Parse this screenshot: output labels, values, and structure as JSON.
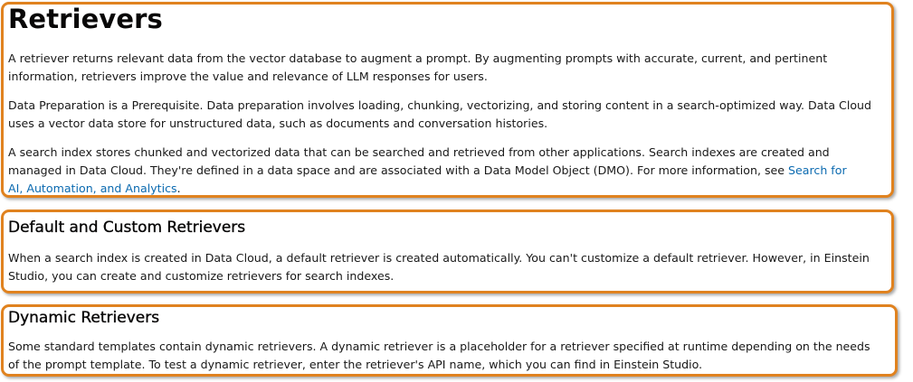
{
  "sections": [
    {
      "heading": "Retrievers",
      "paragraphs": [
        {
          "lines": [
            "A retriever returns relevant data from the vector database to augment a prompt. By augmenting prompts with accurate, current, and pertinent",
            "information, retrievers improve the value and relevance of LLM responses for users."
          ]
        },
        {
          "lines": [
            "Data Preparation is a Prerequisite. Data preparation involves loading, chunking, vectorizing, and storing content in a search-optimized way. Data Cloud",
            "uses a vector data store for unstructured data, such as documents and conversation histories."
          ]
        },
        {
          "lines": [
            "A search index stores chunked and vectorized data that can be searched and retrieved from other applications. Search indexes are created and",
            "managed in Data Cloud. They're defined in a data space and are associated with a Data Model Object (DMO). For more information, see "
          ],
          "link_part1": "Search for",
          "link_part2": "AI, Automation, and Analytics",
          "after_link": "."
        }
      ]
    },
    {
      "heading": "Default and Custom Retrievers",
      "paragraphs": [
        {
          "lines": [
            "When a search index is created in Data Cloud, a default retriever is created automatically. You can't customize a default retriever. However, in Einstein",
            "Studio, you can create and customize retrievers for search indexes."
          ]
        }
      ]
    },
    {
      "heading": "Dynamic Retrievers",
      "paragraphs": [
        {
          "lines": [
            "Some standard templates contain dynamic retrievers. A dynamic retriever is a placeholder for a retriever specified at runtime depending on the needs",
            "of the prompt template. To test a dynamic retriever, enter the retriever's API name, which you can find in Einstein Studio."
          ]
        }
      ]
    }
  ],
  "colors": {
    "highlight_border": "#e0821f",
    "link": "#0b6ab0",
    "text": "#181818"
  }
}
